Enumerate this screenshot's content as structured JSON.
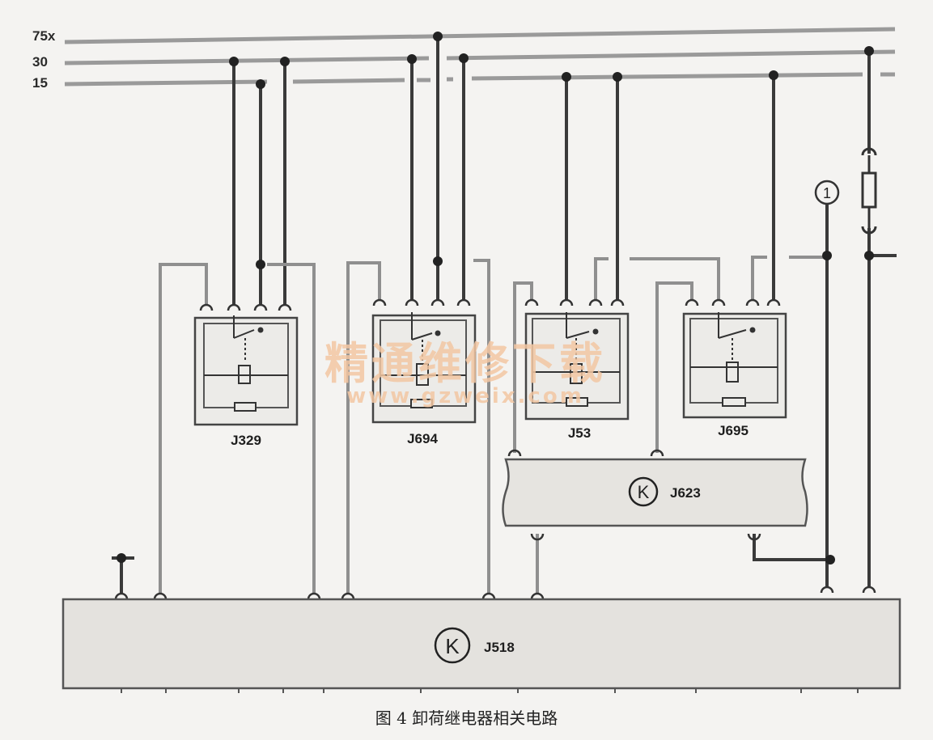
{
  "rails": [
    {
      "label": "75x"
    },
    {
      "label": "30"
    },
    {
      "label": "15"
    }
  ],
  "relays": [
    {
      "label": "J329"
    },
    {
      "label": "J694"
    },
    {
      "label": "J53"
    },
    {
      "label": "J695"
    }
  ],
  "control_units": [
    {
      "label": "J623",
      "symbol": "K"
    },
    {
      "label": "J518",
      "symbol": "K"
    }
  ],
  "connector_marker": "1",
  "watermark": {
    "text": "精通维修下载",
    "url": "www.gzweix.com"
  },
  "caption": "图 4  卸荷继电器相关电路",
  "colors": {
    "line": "#333333",
    "signal": "#8a8a8a",
    "box_fill": "#e6e4e0",
    "watermark": "#f3c7a3"
  }
}
